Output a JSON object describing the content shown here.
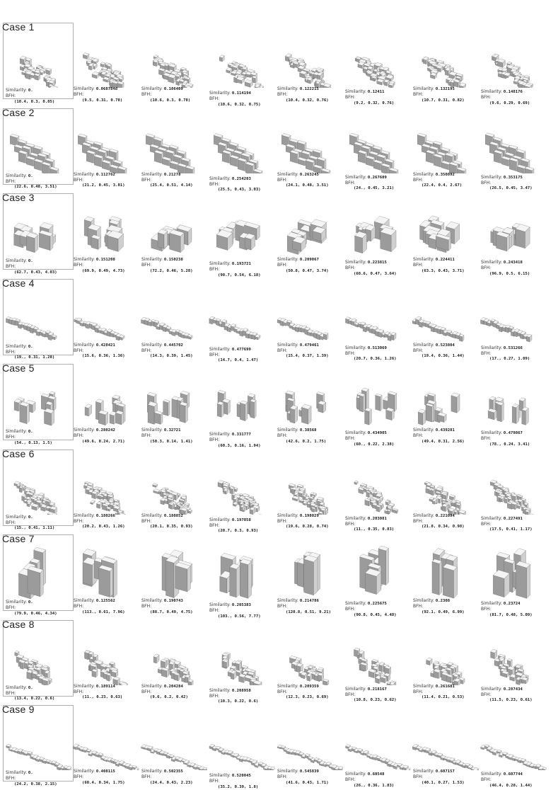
{
  "labels": {
    "similarity": "Similarity:",
    "bfh": "BFH:"
  },
  "cases": [
    {
      "title": "Case 1",
      "style": "dense-grid",
      "items": [
        {
          "similarity": "0.",
          "bfh": "(10.4, 0.3, 0.85)"
        },
        {
          "similarity": "0.0687848",
          "bfh": "(9.5, 0.31, 0.78)"
        },
        {
          "similarity": "0.106409",
          "bfh": "(10.6, 0.3, 0.78)"
        },
        {
          "similarity": "0.114194",
          "bfh": "(10.6, 0.32, 0.75)"
        },
        {
          "similarity": "0.122215",
          "bfh": "(10.4, 0.32, 0.76)"
        },
        {
          "similarity": "0.12411",
          "bfh": "(9.2, 0.32, 0.76)"
        },
        {
          "similarity": "0.132195",
          "bfh": "(10.7, 0.31, 0.82)"
        },
        {
          "similarity": "0.148176",
          "bfh": "(9.6, 0.29, 0.69)"
        }
      ]
    },
    {
      "title": "Case 2",
      "style": "long-slabs",
      "items": [
        {
          "similarity": "0.",
          "bfh": "(22.6, 0.48, 3.51)"
        },
        {
          "similarity": "0.112762",
          "bfh": "(21.2, 0.45, 3.01)"
        },
        {
          "similarity": "0.21278",
          "bfh": "(25.4, 0.51, 4.14)"
        },
        {
          "similarity": "0.254203",
          "bfh": "(25.5, 0.43, 3.03)"
        },
        {
          "similarity": "0.263245",
          "bfh": "(24.1, 0.48, 3.51)"
        },
        {
          "similarity": "0.267609",
          "bfh": "(24., 0.45, 3.21)"
        },
        {
          "similarity": "0.350892",
          "bfh": "(22.4, 0.4, 2.67)"
        },
        {
          "similarity": "0.353175",
          "bfh": "(26.5, 0.45, 3.47)"
        }
      ]
    },
    {
      "title": "Case 3",
      "style": "mid-blocks",
      "items": [
        {
          "similarity": "0.",
          "bfh": "(62.7, 0.43, 4.03)"
        },
        {
          "similarity": "0.151208",
          "bfh": "(69.9, 0.49, 4.73)"
        },
        {
          "similarity": "0.150238",
          "bfh": "(72.2, 0.46, 5.28)"
        },
        {
          "similarity": "0.193721",
          "bfh": "(90.7, 0.54, 6.18)"
        },
        {
          "similarity": "0.209067",
          "bfh": "(50.8, 0.47, 3.74)"
        },
        {
          "similarity": "0.223815",
          "bfh": "(68.6, 0.47, 3.64)"
        },
        {
          "similarity": "0.224411",
          "bfh": "(63.3, 0.43, 3.71)"
        },
        {
          "similarity": "0.243418",
          "bfh": "(96.9, 0.5, 6.15)"
        }
      ]
    },
    {
      "title": "Case 4",
      "style": "long-strip",
      "items": [
        {
          "similarity": "0.",
          "bfh": "(19., 0.31, 1.28)"
        },
        {
          "similarity": "0.428421",
          "bfh": "(15.6, 0.36, 1.36)"
        },
        {
          "similarity": "0.445702",
          "bfh": "(14.3, 0.39, 1.45)"
        },
        {
          "similarity": "0.477699",
          "bfh": "(14.7, 0.4, 1.47)"
        },
        {
          "similarity": "0.479461",
          "bfh": "(15.4, 0.37, 1.39)"
        },
        {
          "similarity": "0.513069",
          "bfh": "(20.7, 0.36, 1.26)"
        },
        {
          "similarity": "0.523804",
          "bfh": "(19.4, 0.36, 1.44)"
        },
        {
          "similarity": "0.531266",
          "bfh": "(17., 0.27, 1.09)"
        }
      ]
    },
    {
      "title": "Case 5",
      "style": "scattered-towers",
      "items": [
        {
          "similarity": "0.",
          "bfh": "(54., 0.13, 1.5)"
        },
        {
          "similarity": "0.280242",
          "bfh": "(49.6, 0.24, 2.71)"
        },
        {
          "similarity": "0.32721",
          "bfh": "(50.3, 0.14, 1.41)"
        },
        {
          "similarity": "0.331777",
          "bfh": "(60.3, 0.16, 1.94)"
        },
        {
          "similarity": "0.38568",
          "bfh": "(42.6, 0.2, 1.75)"
        },
        {
          "similarity": "0.434905",
          "bfh": "(60., 0.22, 2.38)"
        },
        {
          "similarity": "0.439281",
          "bfh": "(49.4, 0.31, 2.56)"
        },
        {
          "similarity": "0.479867",
          "bfh": "(78., 0.24, 3.41)"
        }
      ]
    },
    {
      "title": "Case 6",
      "style": "fine-grid",
      "items": [
        {
          "similarity": "0.",
          "bfh": "(15., 0.41, 1.11)"
        },
        {
          "similarity": "0.180266",
          "bfh": "(20.2, 0.43, 1.26)"
        },
        {
          "similarity": "0.180852",
          "bfh": "(20.1, 0.35, 0.93)"
        },
        {
          "similarity": "0.197058",
          "bfh": "(20.7, 0.3, 0.93)"
        },
        {
          "similarity": "0.198029",
          "bfh": "(19.6, 0.28, 0.74)"
        },
        {
          "similarity": "0.203081",
          "bfh": "(11., 0.35, 0.83)"
        },
        {
          "similarity": "0.221094",
          "bfh": "(21.8, 0.34, 0.98)"
        },
        {
          "similarity": "0.227491",
          "bfh": "(17.5, 0.41, 1.17)"
        }
      ]
    },
    {
      "title": "Case 7",
      "style": "tall-towers",
      "items": [
        {
          "similarity": "0.",
          "bfh": "(79.9, 0.46, 4.34)"
        },
        {
          "similarity": "0.125562",
          "bfh": "(113., 0.61, 7.96)"
        },
        {
          "similarity": "0.190743",
          "bfh": "(88.7, 0.49, 4.75)"
        },
        {
          "similarity": "0.205383",
          "bfh": "(103., 0.56, 7.77)"
        },
        {
          "similarity": "0.214786",
          "bfh": "(120.8, 0.51, 9.21)"
        },
        {
          "similarity": "0.225675",
          "bfh": "(90.8, 0.45, 4.48)"
        },
        {
          "similarity": "0.2308",
          "bfh": "(92.1, 0.49, 6.99)"
        },
        {
          "similarity": "0.23724",
          "bfh": "(81.7, 0.48, 5.09)"
        }
      ]
    },
    {
      "title": "Case 8",
      "style": "small-blocks",
      "items": [
        {
          "similarity": "0.",
          "bfh": "(13.4, 0.22, 0.6)"
        },
        {
          "similarity": "0.189114",
          "bfh": "(11., 0.23, 0.63)"
        },
        {
          "similarity": "0.204284",
          "bfh": "(9.6, 0.2, 0.42)"
        },
        {
          "similarity": "0.208958",
          "bfh": "(10.3, 0.22, 0.6)"
        },
        {
          "similarity": "0.209359",
          "bfh": "(12.3, 0.23, 0.69)"
        },
        {
          "similarity": "0.218167",
          "bfh": "(10.8, 0.23, 0.62)"
        },
        {
          "similarity": "0.261681",
          "bfh": "(11.4, 0.21, 0.53)"
        },
        {
          "similarity": "0.287434",
          "bfh": "(11.5, 0.23, 0.61)"
        }
      ]
    },
    {
      "title": "Case 9",
      "style": "thin-strip",
      "items": [
        {
          "similarity": "0.",
          "bfh": "(24.2, 0.38, 2.15)"
        },
        {
          "similarity": "0.408115",
          "bfh": "(60.4, 0.34, 1.75)"
        },
        {
          "similarity": "0.502355",
          "bfh": "(24.4, 0.43, 2.23)"
        },
        {
          "similarity": "0.520045",
          "bfh": "(35.2, 0.39, 1.8)"
        },
        {
          "similarity": "0.545839",
          "bfh": "(41.6, 0.43, 1.71)"
        },
        {
          "similarity": "0.60548",
          "bfh": "(26., 0.36, 1.83)"
        },
        {
          "similarity": "0.607157",
          "bfh": "(40.1, 0.27, 1.53)"
        },
        {
          "similarity": "0.607744",
          "bfh": "(46.4, 0.28, 1.44)"
        }
      ]
    }
  ]
}
